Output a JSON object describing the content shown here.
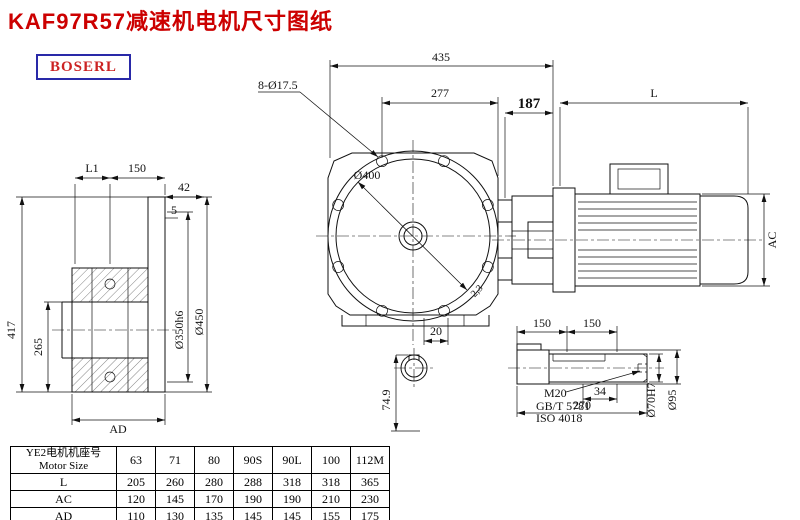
{
  "page": {
    "title": "KAF97R57减速机电机尺寸图纸",
    "logo": "BOSERL"
  },
  "colors": {
    "title_red": "#cc0000",
    "logo_text_red": "#cc2222",
    "logo_border_blue": "#2929a8",
    "line_black": "#111111"
  },
  "dims": {
    "top_width": "435",
    "bolt_holes": "8-Ø17.5",
    "flange_offset": "277",
    "input_length": "187",
    "motor_length": "L",
    "motor_height": "AC",
    "side_l1": "L1",
    "side_150": "150",
    "side_42": "42",
    "side_5": "5",
    "side_height": "417",
    "side_265": "265",
    "side_ad": "AD",
    "flange_spigot": "Ø350h6",
    "flange_od": "Ø450",
    "main_dia": "Ø400",
    "chamfer": "2,3",
    "foot_20": "20",
    "keyway_height": "74.9",
    "shaft_150a": "150",
    "shaft_150b": "150",
    "thread": "M20",
    "std_gb": "GB/T 5781",
    "std_iso": "ISO 4018",
    "shaft_34": "34",
    "shaft_270": "270",
    "shaft_dia": "Ø70H7",
    "hub_dia": "Ø95"
  },
  "table": {
    "header_cn": "YE2电机机座号",
    "header_en": "Motor Size",
    "sizes": [
      "63",
      "71",
      "80",
      "90S",
      "90L",
      "100",
      "112M"
    ],
    "rows": [
      {
        "label": "L",
        "values": [
          "205",
          "260",
          "280",
          "288",
          "318",
          "318",
          "365"
        ]
      },
      {
        "label": "AC",
        "values": [
          "120",
          "145",
          "170",
          "190",
          "190",
          "210",
          "230"
        ]
      },
      {
        "label": "AD",
        "values": [
          "110",
          "130",
          "135",
          "145",
          "145",
          "155",
          "175"
        ]
      }
    ]
  }
}
